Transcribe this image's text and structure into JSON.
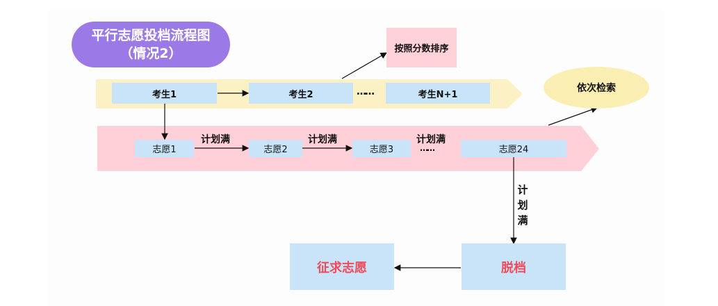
{
  "title": {
    "line1": "平行志愿投档流程图",
    "line2": "（情况2）"
  },
  "sort_box": "按照分数排序",
  "candidates": {
    "c1": "考生1",
    "c2": "考生2",
    "dots": "……",
    "cn": "考生N+1"
  },
  "wishes": {
    "w1": "志愿1",
    "w2": "志愿2",
    "w3": "志愿3",
    "w24": "志愿24"
  },
  "plan_full": {
    "l1": "计划满",
    "l2": "计划满",
    "l3": "计划满",
    "dots": "……",
    "vertical": [
      "计",
      "划",
      "满"
    ]
  },
  "search": "依次检索",
  "reject": "脱档",
  "solicit": "征求志愿",
  "colors": {
    "title_bg": "#9b7ae8",
    "candidate_band": "#fbf1c4",
    "wish_band": "#ffd0d8",
    "box_blue": "#c9e4f8",
    "ellipse": "#fbeeb2",
    "outcome_text": "#ee4b5a"
  }
}
